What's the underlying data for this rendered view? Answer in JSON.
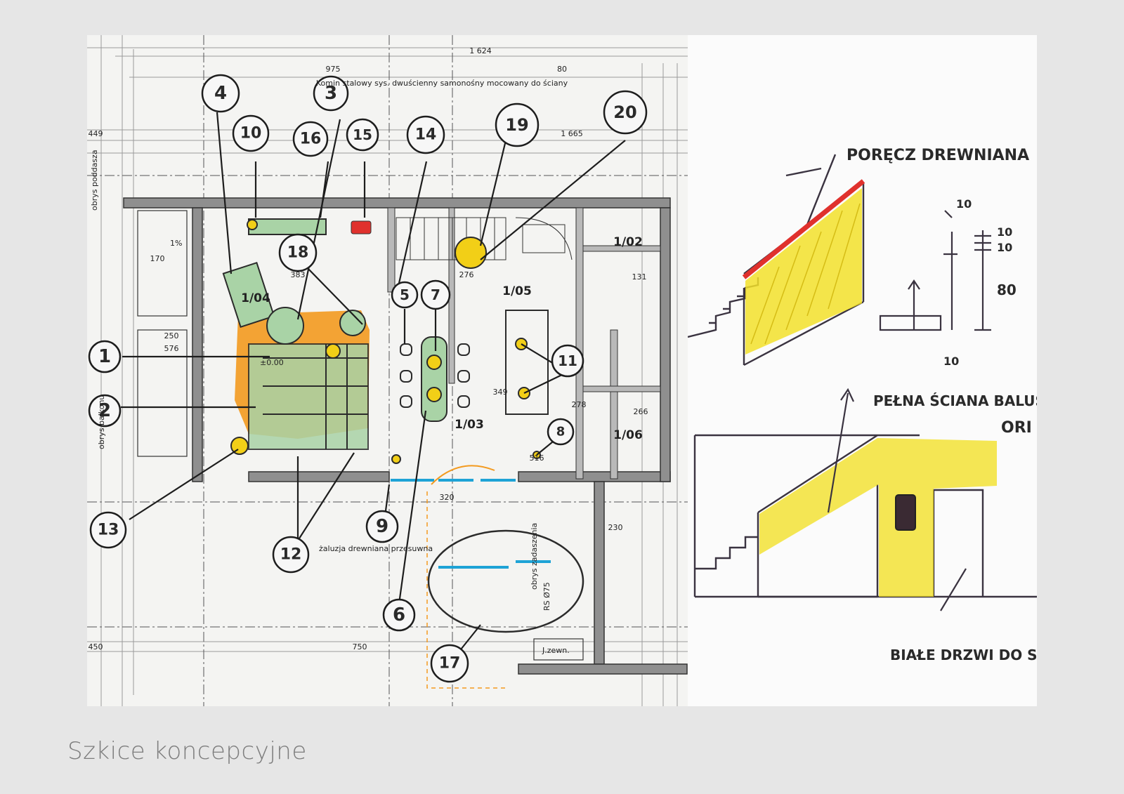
{
  "caption": "Szkice koncepcyjne",
  "plan": {
    "callouts": [
      "1",
      "2",
      "3",
      "4",
      "5",
      "6",
      "7",
      "8",
      "9",
      "10",
      "11",
      "12",
      "13",
      "14",
      "15",
      "16",
      "17",
      "18",
      "19",
      "20"
    ],
    "rooms": [
      "1/02",
      "1/03",
      "1/04",
      "1/05",
      "1/06"
    ],
    "dimensions": [
      "1 624",
      "975",
      "80",
      "1 665",
      "449",
      "450",
      "750",
      "170",
      "250",
      "576",
      "383",
      "276",
      "349",
      "278",
      "131",
      "266",
      "516",
      "320",
      "230"
    ],
    "notes": {
      "chimney": "Komin stalowy sys. dwuścienny samonośny mocowany do ściany",
      "roof_outline": "obrys poddasza",
      "balcony_outline": "obrys balkonu",
      "canopy_outline": "obrys zadaszenia",
      "wooden_blind": "żaluzja drewniana przesuwna",
      "level": "±0.00",
      "slope": "1%",
      "roof_window": "RS Ø75",
      "wall_ext": "J.zewn."
    },
    "colors": {
      "accent_orange": "#f39a1f",
      "accent_yellow": "#f2cf17",
      "accent_red": "#e0312d",
      "accent_blue": "#1ea3d6",
      "accent_green": "#a9d3a6"
    }
  },
  "sketch": {
    "label_handrail": "PORĘCZ DREWNIANA",
    "label_wall": "PEŁNA ŚCIANA BALUSTRADY",
    "label_door": "BIAŁE DRZWI DO SPIŻARNI",
    "label_ori": "ORI",
    "dims": [
      "10",
      "10",
      "10",
      "80",
      "10"
    ]
  }
}
